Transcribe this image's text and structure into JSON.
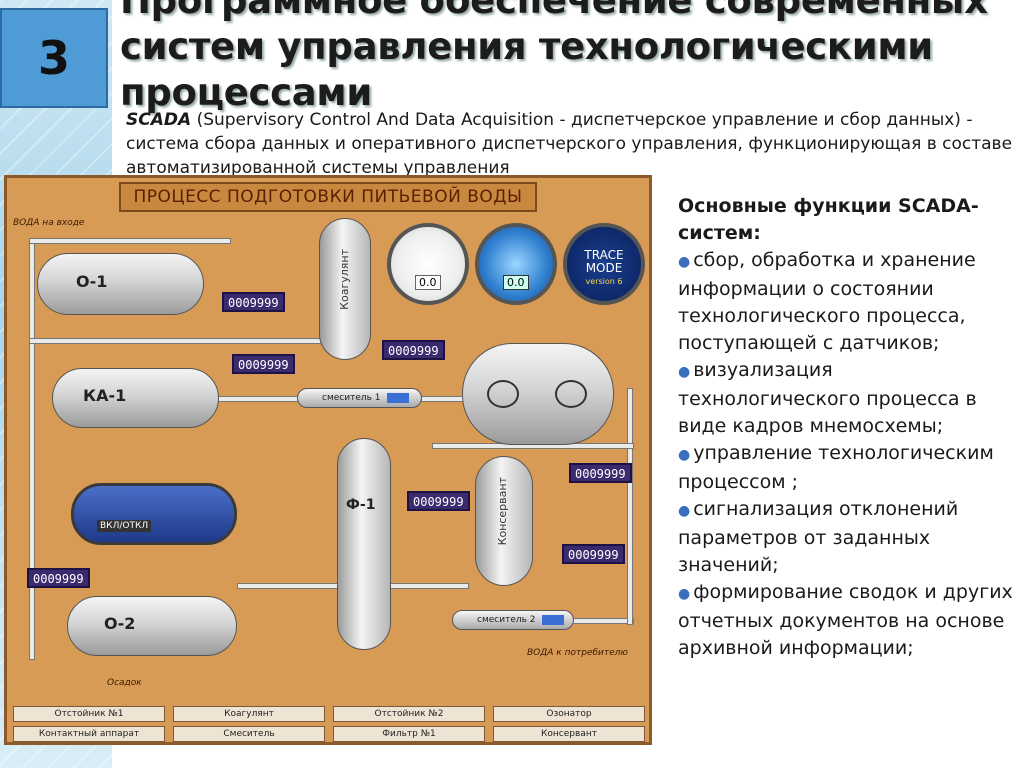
{
  "slide_number": "3",
  "title": "Программное обеспечение современных систем управления технологическими процессами",
  "description_term": "SCADA",
  "description": "(Supervisory Control And Data Acquisition - диспетчерское управление и сбор данных) - система сбора данных и оперативного диспетчерского управления, функционирующая в составе автоматизированной системы управления",
  "mnemo": {
    "title": "ПРОЦЕСС ПОДГОТОВКИ ПИТЬЕВОЙ ВОДЫ",
    "water_in": "ВОДА на входе",
    "water_out": "ВОДА к потребителю",
    "sediment": "Осадок",
    "tank_o1": "О-1",
    "tank_ka1": "КА-1",
    "tank_o2": "О-2",
    "tank_f1": "Ф-1",
    "coagulant": "Коагулянт",
    "conservant": "Консервант",
    "mixer1": "смеситель 1",
    "mixer2": "смеситель 2",
    "switch": "ВКЛ/ОТКЛ",
    "display_value": "0009999",
    "gauge1_value": "0.0",
    "gauge2_value": "0.0",
    "trace_mode": "TRACE MODE",
    "trace_version": "version 6",
    "footer": [
      "Отстойник №1",
      "Коагулянт",
      "Отстойник №2",
      "Озонатор",
      "Контактный аппарат",
      "Смеситель",
      "Фильтр №1",
      "Консервант"
    ]
  },
  "functions": {
    "heading": "Основные функции SCADA-систем:",
    "items": [
      "сбор, обработка и хранение информации о состоянии технологического процесса, поступающей с датчиков;",
      "визуализация технологического процесса в виде кадров мнемосхемы;",
      "управление технологическим процессом ;",
      "сигнализация отклонений параметров от заданных значений;",
      "формирование сводок и других отчетных документов на основе архивной информации;"
    ]
  },
  "colors": {
    "accent": "#4f9bd6",
    "panel": "#d89b56",
    "display": "#3b2a6d"
  }
}
